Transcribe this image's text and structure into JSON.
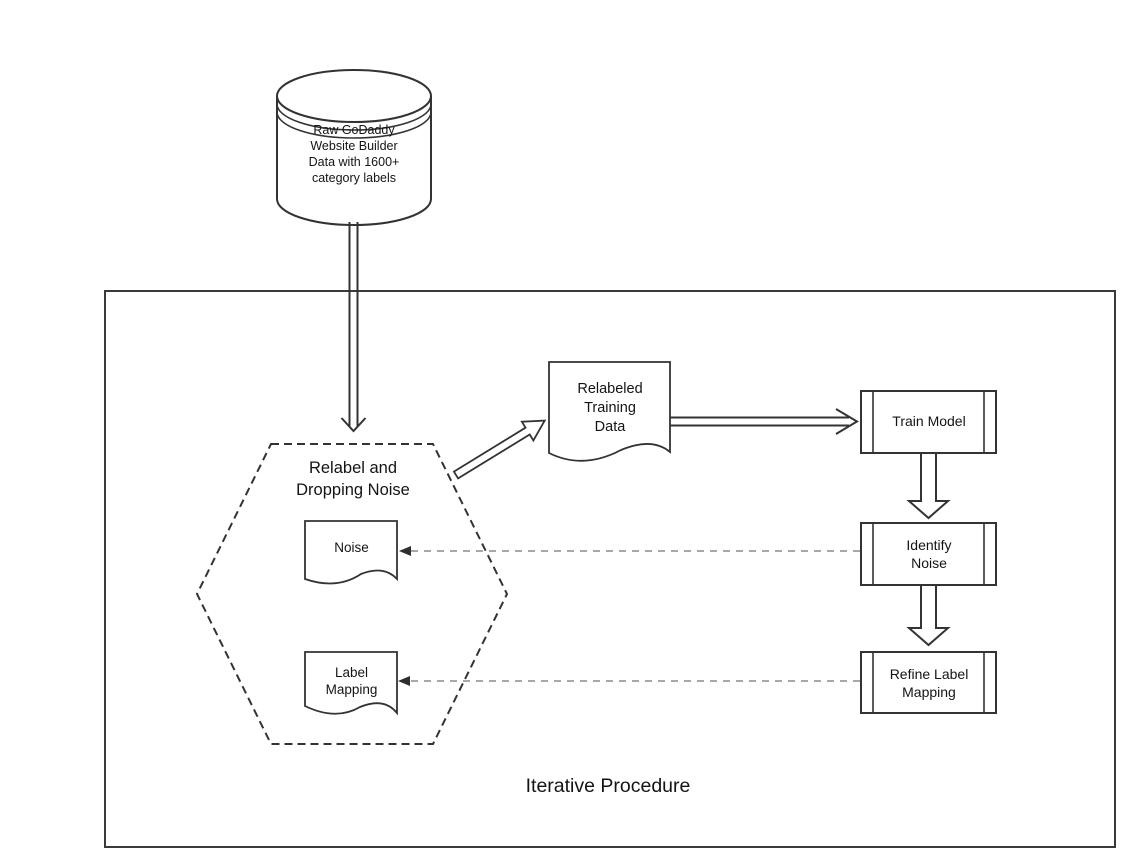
{
  "colors": {
    "stroke": "#333333",
    "container_border": "#3a3a3a",
    "dashed_connector": "#8c8c8c",
    "arrowhead": "#2e2e2e",
    "background": "#ffffff",
    "text": "#141414"
  },
  "diagram": {
    "database": {
      "shape": "cylinder",
      "label": "Raw GoDaddy\nWebsite Builder\nData with 1600+\ncategory labels"
    },
    "container": {
      "shape": "rectangle",
      "label": "Iterative Procedure"
    },
    "hexagon": {
      "shape": "dashed-hexagon",
      "label": "Relabel and\nDropping Noise"
    },
    "documents": {
      "noise": {
        "label": "Noise"
      },
      "label_mapping": {
        "label": "Label\nMapping"
      },
      "relabeled_training_data": {
        "label": "Relabeled\nTraining\nData"
      }
    },
    "processes": {
      "train_model": {
        "label": "Train Model"
      },
      "identify_noise": {
        "label": "Identify\nNoise"
      },
      "refine_label_mapping": {
        "label": "Refine Label\nMapping"
      }
    },
    "connections": [
      "database -> hexagon (solid double-line arrow, down)",
      "hexagon -> relabeled_training_data (solid double-line arrow, diagonal)",
      "relabeled_training_data -> train_model (solid double-line arrow, right)",
      "train_model -> identify_noise (hollow block arrow, down)",
      "identify_noise -> refine_label_mapping (hollow block arrow, down)",
      "identify_noise -> noise (dashed arrow, left)",
      "refine_label_mapping -> label_mapping (dashed arrow, left)"
    ]
  }
}
